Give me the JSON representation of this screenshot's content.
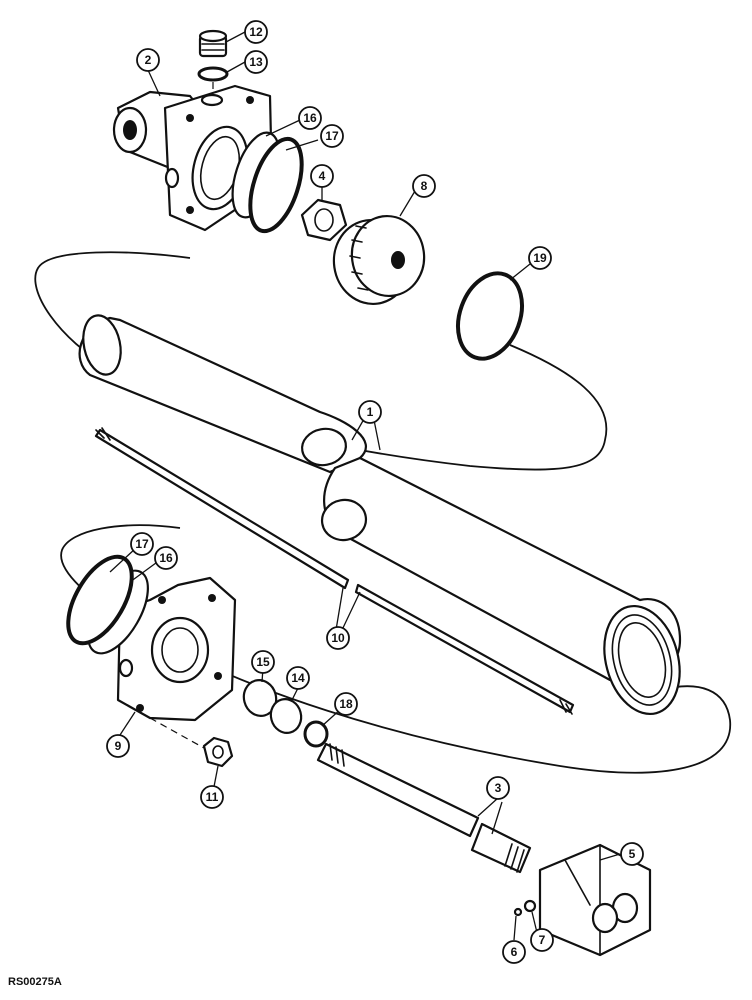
{
  "figure_code": "RS00275A",
  "callouts": {
    "c1": "1",
    "c2": "2",
    "c3": "3",
    "c4": "4",
    "c5": "5",
    "c6": "6",
    "c7": "7",
    "c8": "8",
    "c9": "9",
    "c10": "10",
    "c11": "11",
    "c12": "12",
    "c13": "13",
    "c14": "14",
    "c15": "15",
    "c16a": "16",
    "c16b": "16",
    "c17a": "17",
    "c17b": "17",
    "c18": "18",
    "c19": "19"
  }
}
